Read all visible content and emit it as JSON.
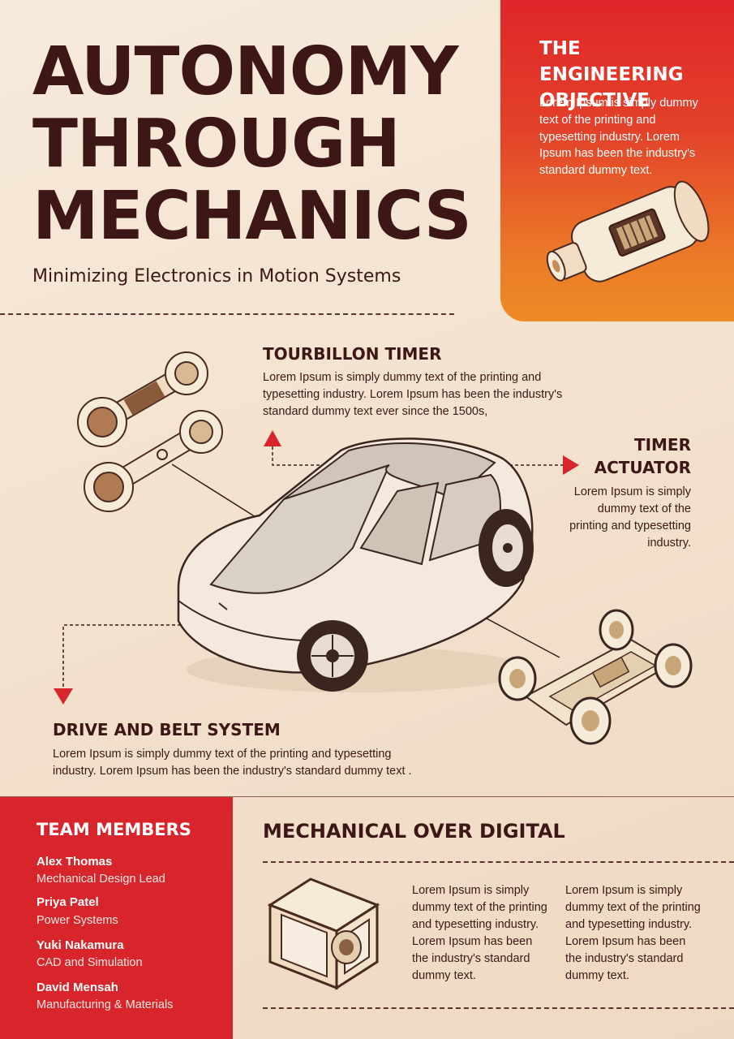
{
  "title": {
    "line1": "AUTONOMY",
    "line2": "THROUGH",
    "line3": "MECHANICS",
    "subtitle": "Minimizing Electronics in Motion Systems"
  },
  "objective": {
    "title": "THE ENGINEERING OBJECTIVE",
    "text": "Lorem Ipsum is simply dummy text of the printing and typesetting industry. Lorem Ipsum has been the industry's standard dummy text."
  },
  "tourbillon": {
    "title": "TOURBILLON TIMER",
    "text": "Lorem Ipsum is simply dummy text of the printing and typesetting industry. Lorem Ipsum has been the industry's standard dummy text ever since the 1500s,"
  },
  "actuator": {
    "title_line1": "TIMER",
    "title_line2": "ACTUATOR",
    "text": "Lorem Ipsum is simply dummy text of the printing and typesetting industry."
  },
  "drive": {
    "title": "DRIVE AND BELT SYSTEM",
    "text": "Lorem Ipsum is simply dummy text of the printing and typesetting industry. Lorem Ipsum has been the industry's standard dummy text ."
  },
  "team": {
    "title": "TEAM MEMBERS",
    "members": [
      {
        "name": "Alex Thomas",
        "role": "Mechanical Design Lead"
      },
      {
        "name": "Priya Patel",
        "role": "Power Systems"
      },
      {
        "name": "Yuki Nakamura",
        "role": "CAD and Simulation"
      },
      {
        "name": "David Mensah",
        "role": "Manufacturing & Materials"
      }
    ]
  },
  "mechanical": {
    "title": "MECHANICAL OVER DIGITAL",
    "col1": "Lorem Ipsum is simply dummy text of the printing and typesetting industry. Lorem Ipsum has been the industry's standard dummy text.",
    "col2": "Lorem Ipsum is simply dummy text of the printing and typesetting industry. Lorem Ipsum has been the industry's standard dummy text."
  },
  "colors": {
    "accent_red": "#d8252b",
    "accent_orange": "#ee8a26",
    "text_dark": "#3d1716",
    "background": "#f5e6d4"
  },
  "illustrations": [
    "car-sketch",
    "axle-assembly",
    "motor-cylinder",
    "chassis-frame",
    "cube-frame"
  ]
}
